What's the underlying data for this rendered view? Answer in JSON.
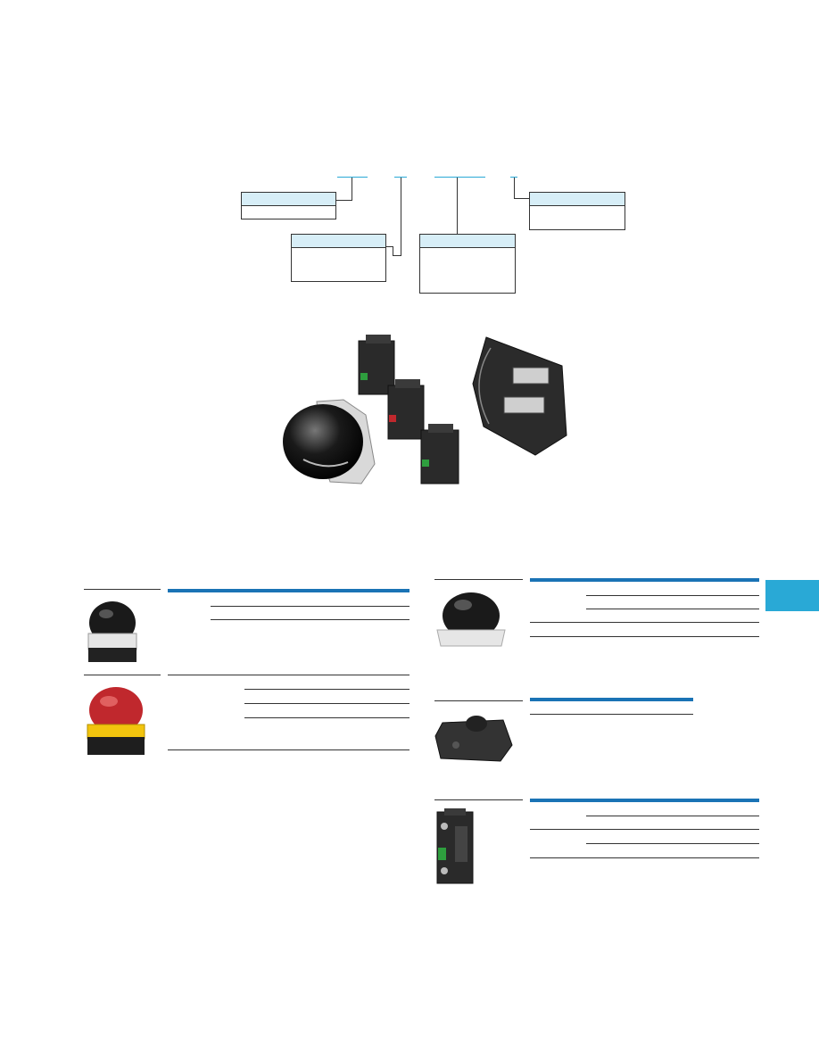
{
  "page": {
    "section_tab_color": "#29a9d6",
    "accent_color": "#1a73b5",
    "code_box_header_color": "#d7eef7"
  },
  "images": {
    "exploded_view": "pushbutton-exploded-view",
    "left_products": [
      "black-mushroom-pushbutton-enclosure",
      "red-emergency-stop-enclosure"
    ],
    "right_products": [
      "black-mushroom-actuator",
      "surface-mount-enclosure-base",
      "contact-block"
    ]
  }
}
